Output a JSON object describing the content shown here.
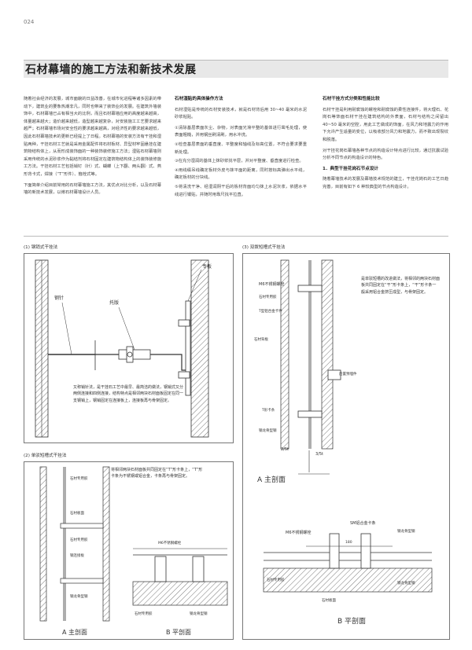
{
  "page_number": "024",
  "title": "石材幕墙的施工方法和新技术发展",
  "col1": {
    "p1": "随着社会经济的发展，城市面貌的日益改善，在城市化进程等诸多因素的带动下，建筑业的要象热潮非凡，同时也带来了装饰业的发展。在建筑外墙装饰中，石材幕墙已占有相当大的比例，而且石材幕墙应用的高度越来越高，体量越来越大；造价越来越低，造型越来越复杂，对安装施工工艺要求越来越严；石材幕墙市场对安全性的要求越来越高，对经济性的要求越来越低，因此石材幕墙技术的更新已经提上了日程。石材幕墙的安装方法有干挂和湿贴两种，干挂石材工艺就是采用金属配件将石材板材、异型材牢固悬挂在建筑物结构体上，从而形成装饰面的一种装饰装修施工方法；湿贴石材幕墙则采用传统的水泥砂浆作为黏结剂将石材固定在建筑物结构体上的装饰装修施工方法。干挂石材工艺包括销钉（针）式、蝴蝶（上下翻、两头翻）式、燕形背卡式，焊接（“T”形件）、箍栓式等。",
    "p2": "下面简单介绍目前常用的石材幕墙施工方法，其优点对比分析，以及石材幕墙的新技术发展，以飨石材幕墙设计人员。"
  },
  "col2": {
    "heading": "石材湿贴的具体操作方法",
    "intro": "石材湿贴是传统的石材安装技术，就是石材背后用 30~40 毫米的水泥砂浆粘贴。",
    "steps": [
      "①清除基层表面灰尘、杂物，对表面光滑平整的基体进行凿毛处理，使表面粗糙，并用钢丝刷清刷，用水冲洗。",
      "②检查基层表面的垂直度、平整度和轴线及标高位置，不符合要求要重新处理。",
      "③在充分湿润的基体上抹砂浆找平层，并对平整度、垂直度进行检查。",
      "④用线缀吊线确定板材外皮与抹平面的距离，同时按标高弹出水平线，确定板材的分块线。",
      "⑤将清洗干净、经湿润阴干后的板材背面均匀抹上水泥灰浆，依据水平线进行镶贴，并随时用靠尺找平拉直。"
    ]
  },
  "col3": {
    "heading": "石材干挂方式分类和性能比较",
    "p1": "石材干挂是利用耐腐蚀的螺栓和耐腐蚀的柔性连接件，将大理石、花岗石等饰面石材干挂在建筑结构的外表面，石材与结构之间留出 40~50 毫米的空腔，用此工艺做成的饰面，在风力和地震力的作用下允许产生适量的变位，以吸收部分风力和地震力，而不致出现裂纹和脱落。",
    "p2": "对干挂花岗石幕墙各种节点的构造设计特点进行比较，通过抗震试验分析不同节点的构造设计的特色。",
    "sub": "1．典型干挂花岗石节点设计",
    "p3": "随着幕墙技术的发展及幕墙技术规范的建立，干挂花岗石的工艺日趋完善，目前有如下 6 种较典型的节点构造设计。"
  },
  "fig1": {
    "label": "(1) 钢销式干挂法",
    "callouts": [
      "专板",
      "托版",
      "钢针"
    ],
    "note": "又称销针法，是干挂石工艺中最早、最简洁的做法，钢销式又分两侧连接和四侧连接，结构特点是相邻两块石材面板固定在同一支钢销上，钢销固定在连接板上，连接板再与骨架固定。"
  },
  "fig2": {
    "label": "(2) 单驳短槽式干挂法",
    "note": "将相邻两块石材面板共同固定在“T”形卡条上，“T”形卡条为不锈钢或铝合金，卡条再与骨架固定。",
    "callouts": [
      "石材专用胶",
      "石材板面",
      "石材专用胶",
      "钢连接板",
      "钢龙骨型钢",
      "M6不锈钢螺栓",
      "钢龙骨型钢",
      "石材专用胶"
    ],
    "section_a": "A 主剖面",
    "section_b": "B 平剖面"
  },
  "fig3": {
    "label": "(3) 双拨短槽式干挂法",
    "note": "是单驳短槽的改进做法，将相邻的两块石材面板共同固定在“干”形卡条上，“干”形卡条一般采用铝合金挤压成型，与骨架固定。",
    "callouts_a": [
      "M6不锈钢螺栓",
      "石材专用胶",
      "T型铝合金卡件",
      "石材背板",
      "T形卡条",
      "钢龙骨型钢",
      "2/5t",
      "3/5t",
      "后置预埋件"
    ],
    "callouts_b": [
      "M6不锈钢螺栓",
      "SM铝合金卡条",
      "钢龙骨型钢",
      "石材专用胶",
      "钢龙骨型钢",
      "石材板面",
      "180"
    ],
    "section_a": "A 主剖面",
    "section_b": "B 平剖面"
  }
}
